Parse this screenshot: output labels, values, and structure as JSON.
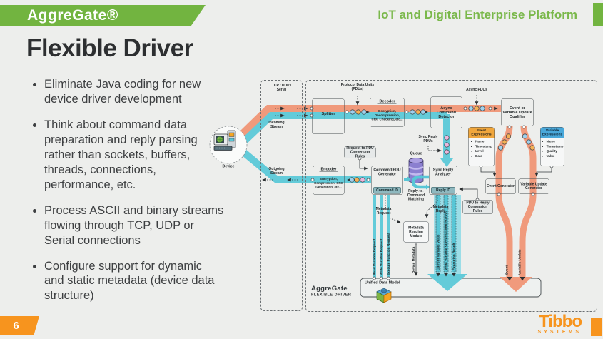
{
  "header": {
    "brand": "AggreGate®",
    "tagline": "IoT and Digital Enterprise Platform"
  },
  "slide": {
    "title": "Flexible Driver",
    "bullets": [
      "Eliminate Java coding for new device driver development",
      "Think about command data preparation and reply parsing rather than sockets, buffers, threads, connections, performance, etc.",
      "Process ASCII and binary streams flowing through TCP, UDP or Serial connections",
      "Configure support for dynamic and static metadata (device data structure)"
    ]
  },
  "footer": {
    "page_number": "6",
    "brand": "Tibbo",
    "brand_sub": "SYSTEMS"
  },
  "colors": {
    "green": "#72b440",
    "orange": "#f7941e",
    "salmon": "#f09a7c",
    "teal": "#63cbd9",
    "purple": "#8b7fd0"
  },
  "diagram": {
    "device": "Device",
    "transport": "TCP / UDP / Serial",
    "incoming_stream": "Incoming Stream",
    "outgoing_stream": "Outgoing Stream",
    "protocol_data_units": "Protocol Data Units (PDUs)",
    "async_pdus": "Async PDUs",
    "sync_reply_pdus": "Sync Reply PDUs",
    "splitter": "Splitter",
    "decoder": {
      "title": "Decoder",
      "subtitle": "Decryption, Decompression, CRC Checking, etc..."
    },
    "async_command_detector": "Async Command Detector",
    "qualifier": "Event or Variable Update Qualifier",
    "event_expressions": {
      "title": "Event Expressions",
      "items": [
        "Name",
        "Timestamp",
        "Level",
        "Data"
      ]
    },
    "variable_expressions": {
      "title": "Variable Expressions",
      "items": [
        "Name",
        "Timestamp",
        "Quality",
        "Value"
      ]
    },
    "request_to_pdu_rules": "Request-to-PDU Conversion Rules",
    "encoder": {
      "title": "Encoder",
      "subtitle": "Encryption, Compression, CRC Generation, etc..."
    },
    "command_pdu_generator": "Command PDU Generator",
    "command_id": "Command ID",
    "queue": "Queue",
    "reply_to_command_matching": "Reply-to-Command Matching",
    "sync_reply_analyzer": "Sync Reply Analyzer",
    "reply_id": "Reply ID",
    "pdu_to_reply_rules": "PDU-to-Reply Conversion Rules",
    "event_generator": "Event Generator",
    "variable_update_generator": "Variable Update Generator",
    "metadata_reading_module": "Metadata Reading Module",
    "metadata_request": "Metadata Request",
    "metadata_reply": "Metadata Reply",
    "unified_data_model": "Unified Data Model",
    "brand": "AggreGate",
    "brand_sub": "FLEXIBLE DRIVER",
    "flow_labels": {
      "read_variable_request": "Read Variable Request",
      "write_variable_request": "Write Variable Request",
      "execute_function_request": "Execute Function Request",
      "device_metadata": "Device Metadata",
      "current_variable_value": "Current Variable Value",
      "write_variable_success_confirmation": "Write Variable Success Confirmation",
      "execution_result": "Execution Result",
      "event": "Event",
      "variable_update": "Variable Update"
    }
  }
}
